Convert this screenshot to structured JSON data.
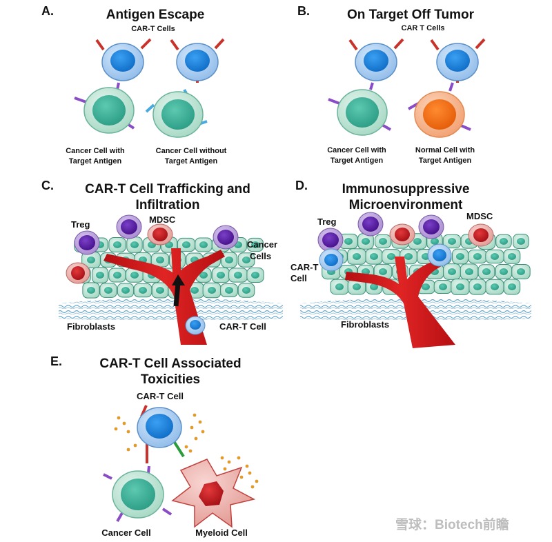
{
  "panels": {
    "a": {
      "letter": "A.",
      "title": "Antigen Escape",
      "subtitle": "CAR-T Cells",
      "cap1": [
        "Cancer Cell with",
        "Target Antigen"
      ],
      "cap2": [
        "Cancer Cell without",
        "Target Antigen"
      ]
    },
    "b": {
      "letter": "B.",
      "title": "On Target Off Tumor",
      "subtitle": "CAR T Cells",
      "cap1": [
        "Cancer Cell with",
        "Target Antigen"
      ],
      "cap2": [
        "Normal Cell with",
        "Target Antigen"
      ]
    },
    "c": {
      "letter": "C.",
      "title": [
        "CAR-T Cell Trafficking and",
        "Infiltration"
      ],
      "treg": "Treg",
      "mdsc": "MDSC",
      "cancer": [
        "Cancer",
        "Cells"
      ],
      "fibro": "Fibroblasts",
      "cart": "CAR-T Cell"
    },
    "d": {
      "letter": "D.",
      "title": [
        "Immunosuppressive",
        "Microenvironment"
      ],
      "treg": "Treg",
      "mdsc": "MDSC",
      "cart": [
        "CAR-T",
        "Cell"
      ],
      "fibro": "Fibroblasts"
    },
    "e": {
      "letter": "E.",
      "title": [
        "CAR-T Cell Associated",
        "Toxicities"
      ],
      "cart": "CAR-T Cell",
      "cancer": "Cancer Cell",
      "myeloid": "Myeloid Cell"
    }
  },
  "watermark": "雪球：Biotech前瞻",
  "colors": {
    "tcell_outer": "#9ec6f0",
    "tcell_nucleus": "#1a7fd8",
    "cancer_outer": "#b8e2d2",
    "cancer_nucleus": "#3fb39b",
    "normal_outer": "#f7b48a",
    "normal_nucleus": "#f36c12",
    "treg_outer": "#b39ad8",
    "treg_nucleus": "#5a1fa3",
    "mdsc_outer": "#f0b8b3",
    "mdsc_nucleus": "#c4171b",
    "vessel": "#d91f1f",
    "car_receptor": "#c8322a",
    "antigen": "#8a4cc6",
    "alt_antigen": "#49a9e0",
    "cytokine": "#e09a2e"
  }
}
